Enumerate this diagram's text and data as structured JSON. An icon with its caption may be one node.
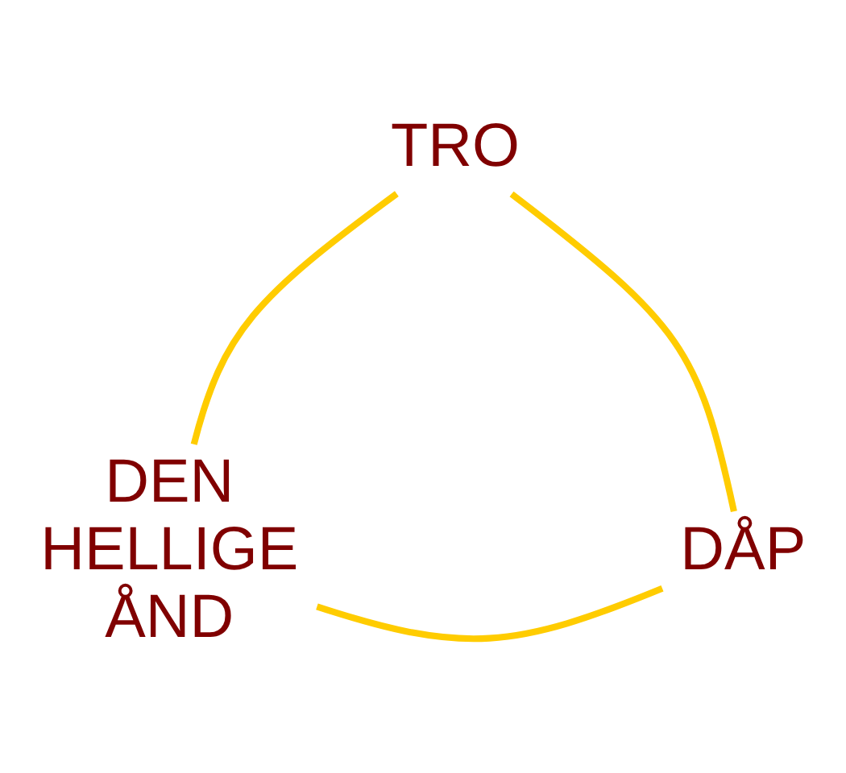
{
  "diagram": {
    "nodes": [
      {
        "text": [
          "TRO"
        ]
      },
      {
        "text": [
          "DEN HELLIGE ÅND"
        ]
      },
      {
        "text": [
          "DÅP"
        ]
      }
    ],
    "edges": [
      {
        "from": 0,
        "to": 1,
        "arrow": "none"
      },
      {
        "from": 1,
        "to": 2,
        "arrow": "none"
      },
      {
        "from": 0,
        "to": 2,
        "arrow": "none"
      }
    ]
  }
}
